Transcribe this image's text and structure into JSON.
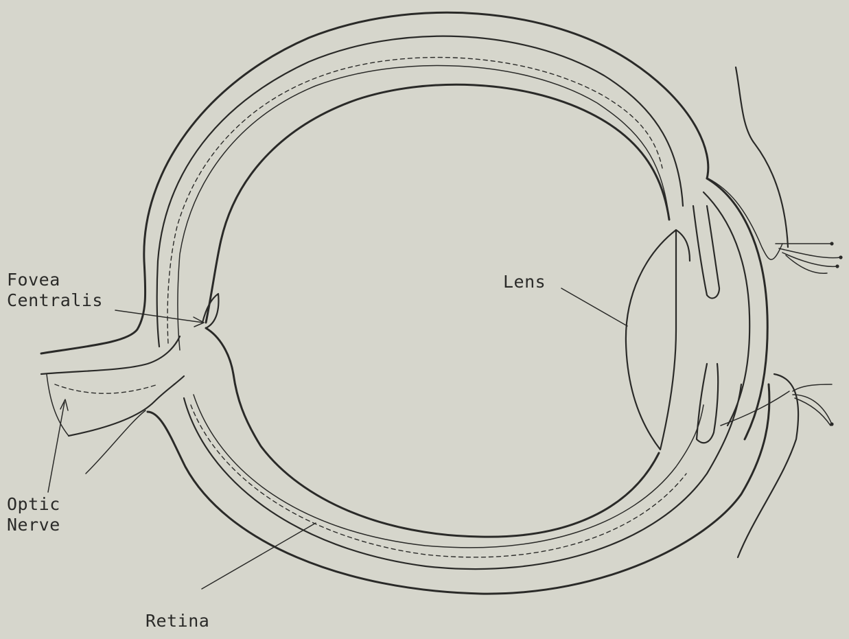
{
  "labels": {
    "fovea": "Fovea\nCentralis",
    "lens": "Lens",
    "optic_nerve": "Optic\nNerve",
    "retina": "Retina"
  },
  "colors": {
    "paper": "#d6d6cc",
    "ink": "#2a2a28"
  }
}
